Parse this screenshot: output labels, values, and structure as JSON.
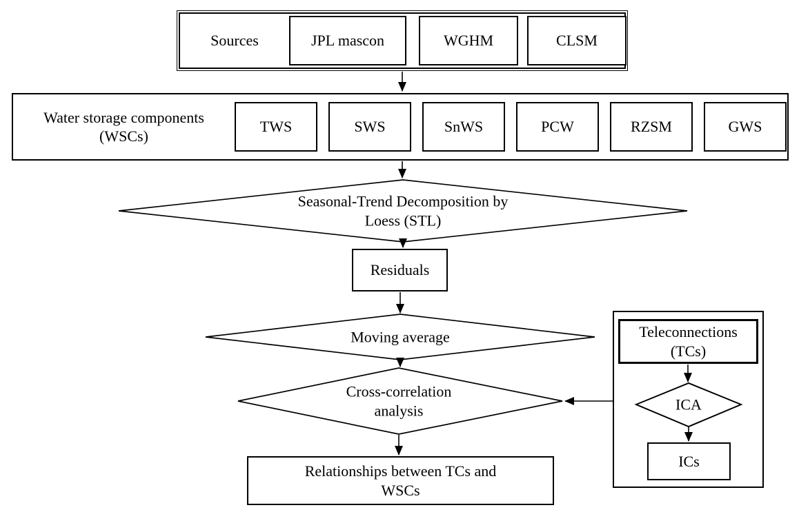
{
  "figure": {
    "kind": "flowchart",
    "background_color": "#ffffff",
    "line_color": "#000000",
    "text_color": "#000000"
  },
  "sources_row": {
    "label": "Sources",
    "items": [
      "JPL mascon",
      "WGHM",
      "CLSM"
    ]
  },
  "wsc_row": {
    "label_lines": [
      "Water storage components",
      "(WSCs)"
    ],
    "items": [
      "TWS",
      "SWS",
      "SnWS",
      "PCW",
      "RZSM",
      "GWS"
    ]
  },
  "stl": {
    "lines": [
      "Seasonal-Trend Decomposition by",
      "Loess (STL)"
    ]
  },
  "residuals": {
    "label": "Residuals"
  },
  "moving_average": {
    "label": "Moving average"
  },
  "cross_correlation": {
    "lines": [
      "Cross-correlation",
      "analysis"
    ]
  },
  "relationships": {
    "lines": [
      "Relationships between TCs and",
      "WSCs"
    ]
  },
  "tc_group": {
    "teleconnections_lines": [
      "Teleconnections",
      "(TCs)"
    ],
    "ica_label": "ICA",
    "ics_label": "ICs"
  }
}
